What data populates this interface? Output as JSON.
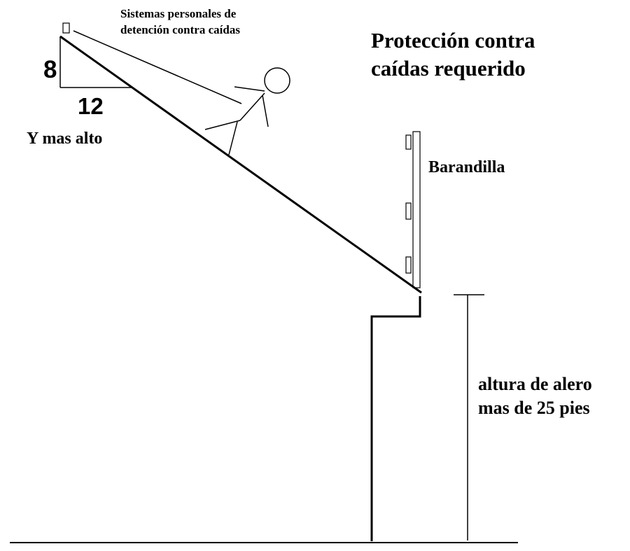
{
  "title": {
    "line1": "Protección contra",
    "line2": "caídas requerido"
  },
  "anchor_label": {
    "line1": "Sistemas personales de",
    "line2": "detención contra caídas"
  },
  "slope": {
    "rise": "8",
    "run": "12",
    "note": "Y mas alto"
  },
  "guardrail_label": "Barandilla",
  "eave_label": {
    "line1": "altura de alero",
    "line2": "mas de 25 pies"
  },
  "colors": {
    "stroke": "#000000",
    "background": "#ffffff"
  }
}
